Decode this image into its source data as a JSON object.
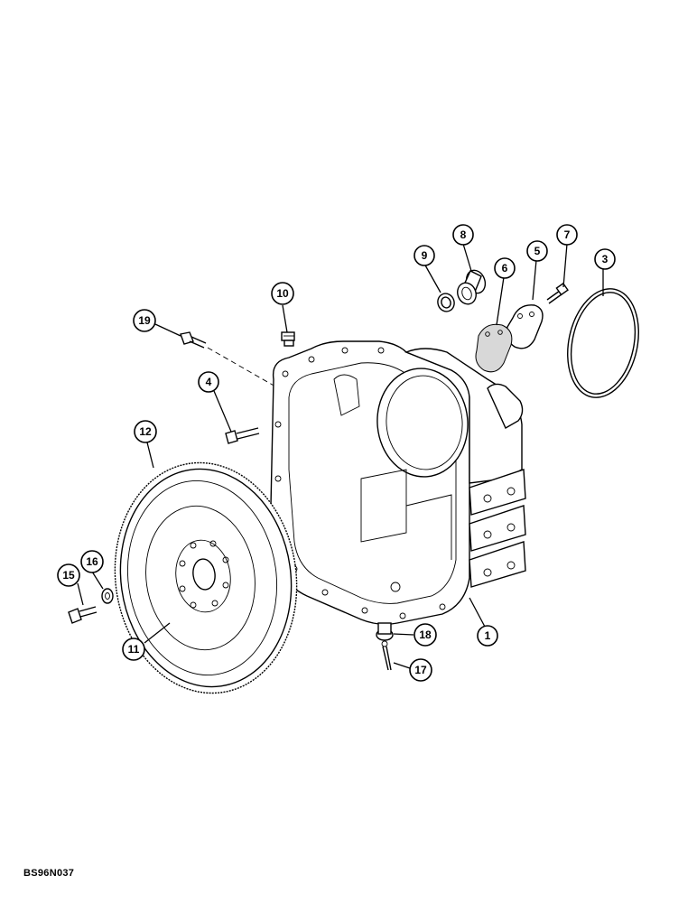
{
  "figure": {
    "reference_code": "BS96N037",
    "callouts": [
      {
        "id": "c1",
        "label": "1"
      },
      {
        "id": "c3",
        "label": "3"
      },
      {
        "id": "c4",
        "label": "4"
      },
      {
        "id": "c5",
        "label": "5"
      },
      {
        "id": "c6",
        "label": "6"
      },
      {
        "id": "c7",
        "label": "7"
      },
      {
        "id": "c8",
        "label": "8"
      },
      {
        "id": "c9",
        "label": "9"
      },
      {
        "id": "c10",
        "label": "10"
      },
      {
        "id": "c11",
        "label": "11"
      },
      {
        "id": "c12",
        "label": "12"
      },
      {
        "id": "c15",
        "label": "15"
      },
      {
        "id": "c16",
        "label": "16"
      },
      {
        "id": "c17",
        "label": "17"
      },
      {
        "id": "c18",
        "label": "18"
      },
      {
        "id": "c19",
        "label": "19"
      }
    ]
  }
}
